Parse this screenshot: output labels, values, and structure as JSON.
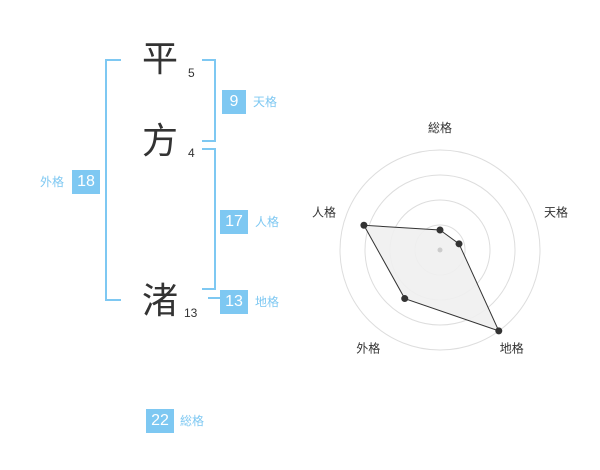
{
  "name": {
    "chars": [
      {
        "char": "平",
        "strokes": "5"
      },
      {
        "char": "方",
        "strokes": "4"
      },
      {
        "char": "渚",
        "strokes": "13"
      }
    ]
  },
  "kaku": {
    "tenkaku": {
      "value": "9",
      "label": "天格"
    },
    "jinkaku": {
      "value": "17",
      "label": "人格"
    },
    "chikaku": {
      "value": "13",
      "label": "地格"
    },
    "gaikaku": {
      "value": "18",
      "label": "外格"
    },
    "soukaku": {
      "value": "22",
      "label": "総格"
    }
  },
  "colors": {
    "accent": "#7ec8f2",
    "text": "#333333",
    "radar_fill": "#efefef",
    "radar_grid": "#dddddd"
  },
  "chart_data": {
    "type": "radar",
    "axes": [
      "総格",
      "天格",
      "地格",
      "外格",
      "人格"
    ],
    "values": [
      0.2,
      0.2,
      1.0,
      0.6,
      0.8
    ],
    "range": [
      0,
      1
    ],
    "rings": 4
  }
}
